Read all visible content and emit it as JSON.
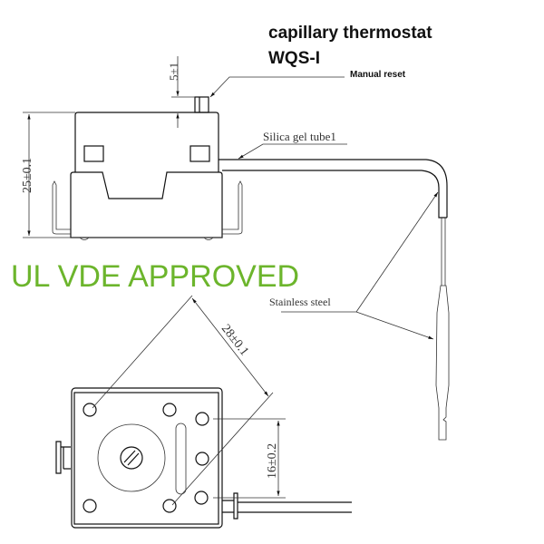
{
  "title": {
    "line1": "capillary thermostat",
    "line2": "WQS-I"
  },
  "labels": {
    "manual_reset": "Manual reset",
    "silica_gel_tube": "Silica gel tube1",
    "stainless_steel": "Stainless steel",
    "approval": "UL VDE APPROVED"
  },
  "dimensions": {
    "height": "25±0.1",
    "reset_height": "5±1",
    "diagonal": "28±0.1",
    "terminal_spacing": "16±0.2"
  },
  "colors": {
    "approval": "#6cb52c",
    "lines": "#111111"
  }
}
